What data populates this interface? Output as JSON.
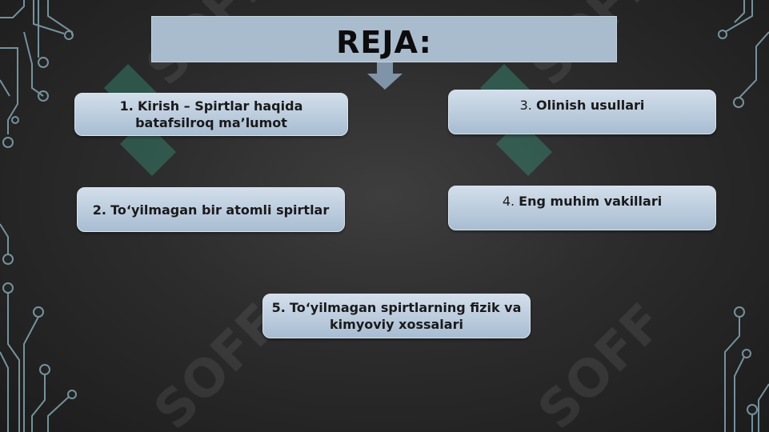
{
  "title": "REJA:",
  "items": [
    {
      "number": "1.",
      "text": "Kirish – Spirtlar haqida batafsilroq ma’lumot"
    },
    {
      "number": "2.",
      "text": "To‘yilmagan bir atomli spirtlar"
    },
    {
      "number": "3.",
      "text": "Olinish usullari"
    },
    {
      "number": "4.",
      "text": "Eng muhim vakillari"
    },
    {
      "number": "5.",
      "text": "To‘yilmagan spirtlarning fizik va kimyoviy xossalari"
    }
  ],
  "watermark_text": "SOFF",
  "colors": {
    "background": "#2c2c2c",
    "title_bar": "#a9bccd",
    "card_top": "#d2deea",
    "card_bottom": "#a8bdd2",
    "circuit": "#8fb8c6",
    "watermark_green": "#3aa889"
  }
}
